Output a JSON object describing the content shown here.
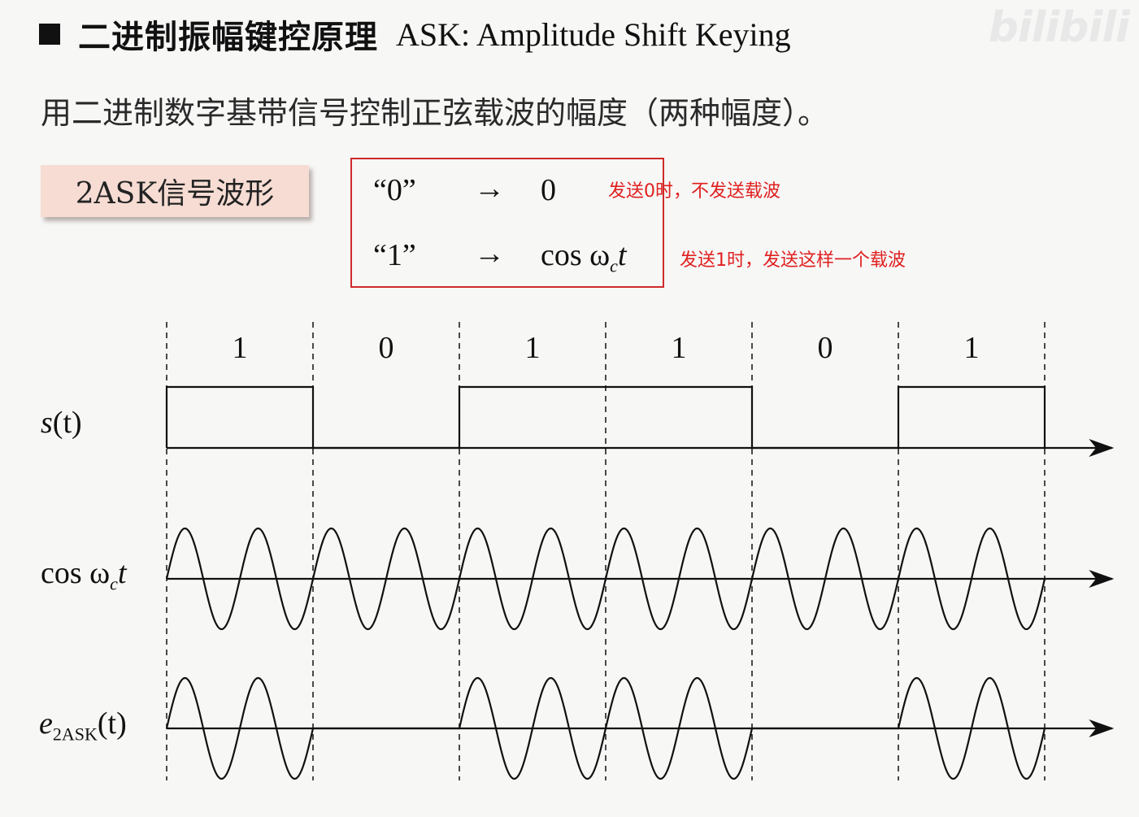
{
  "header": {
    "title_cn": "二进制振幅键控原理",
    "title_en": "ASK: Amplitude Shift Keying",
    "watermark": "bilibili"
  },
  "description": "用二进制数字基带信号控制正弦载波的幅度（两种幅度）。",
  "tag_label": "2ASK信号波形",
  "mapping": [
    {
      "symbol": "“0”",
      "arrow": "→",
      "output": "0",
      "note": "发送0时，不发送载波"
    },
    {
      "symbol": "“1”",
      "arrow": "→",
      "output_prefix": "cos ω",
      "output_sub": "c",
      "output_suffix": "t",
      "note": "发送1时，发送这样一个载波"
    }
  ],
  "waveform": {
    "bits": [
      "1",
      "0",
      "1",
      "1",
      "0",
      "1"
    ],
    "carrier_cycles_per_bit": 2,
    "signals": {
      "s": {
        "name": "s",
        "paren": "(t)"
      },
      "carrier": {
        "prefix": "cos ω",
        "sub": "c",
        "suffix": "t"
      },
      "ask": {
        "name": "e",
        "sub": "2ASK",
        "paren": "(t)"
      }
    }
  }
}
